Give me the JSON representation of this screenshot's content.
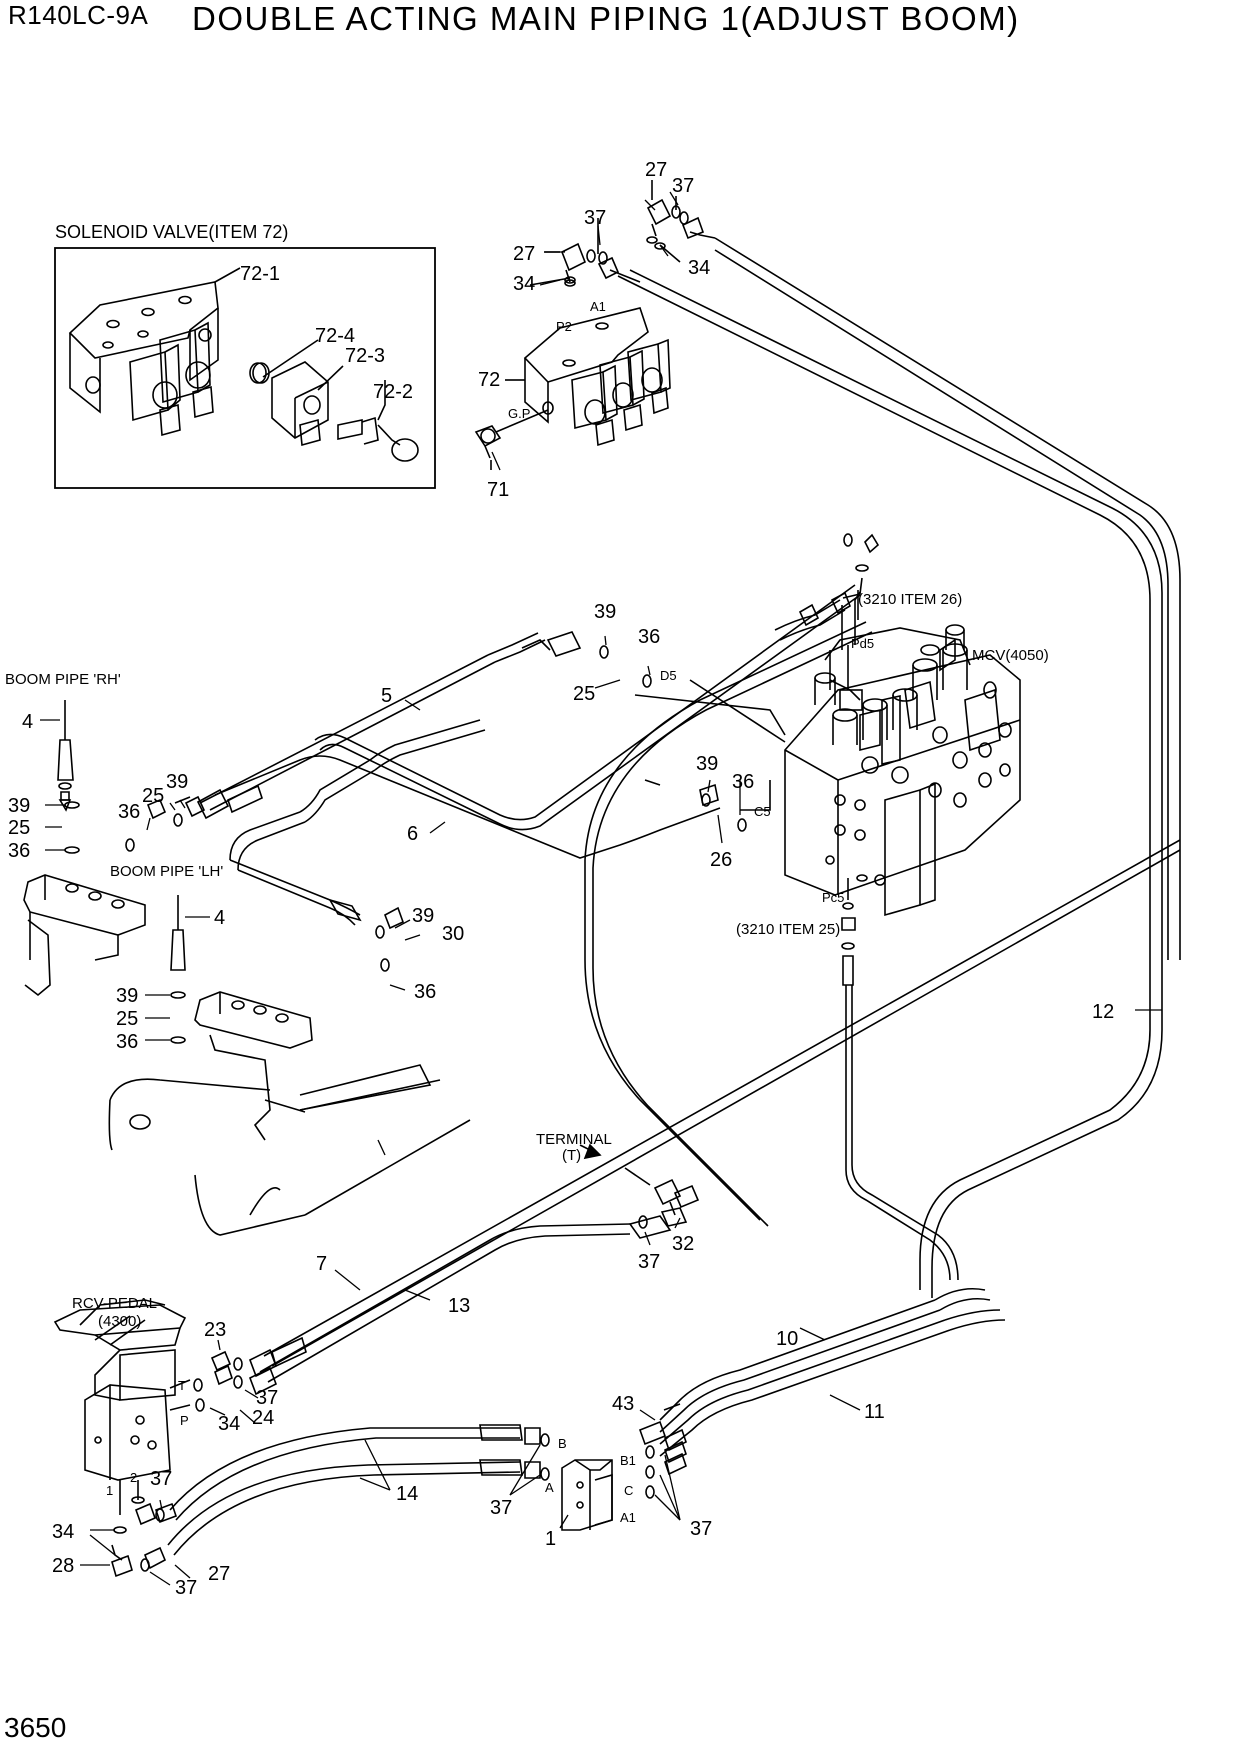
{
  "header": {
    "model": "R140LC-9A",
    "title": "DOUBLE ACTING MAIN PIPING 1(ADJUST BOOM)"
  },
  "page_number": "3650",
  "inset": {
    "title": "SOLENOID VALVE(ITEM 72)",
    "labels": [
      "72-1",
      "72-4",
      "72-3",
      "72-2"
    ]
  },
  "ports": [
    "A1",
    "P2",
    "G.P",
    "Pd5",
    "D5",
    "C5",
    "Pc5",
    "T",
    "P",
    "B",
    "A",
    "B1",
    "C",
    "A1",
    "1",
    "2"
  ],
  "notes": {
    "item26": "(3210 ITEM 26)",
    "item25": "(3210 ITEM 25)",
    "mcv": "MCV(4050)",
    "boom_rh": "BOOM PIPE 'RH'",
    "boom_lh": "BOOM PIPE 'LH'",
    "terminal": "TERMINAL",
    "terminal_t": "(T)",
    "rcv": "RCV-PEDAL",
    "rcv_no": "(4300)"
  },
  "callouts": {
    "c27a": "27",
    "c37a": "37",
    "c37b": "37",
    "c27b": "27",
    "c34a": "34",
    "c34b": "34",
    "c72": "72",
    "c71": "71",
    "c39a": "39",
    "c36a": "36",
    "c25a": "25",
    "c5": "5",
    "c6": "6",
    "c4a": "4",
    "c39b": "39",
    "c25b": "25",
    "c36b": "36",
    "c36c": "36",
    "c25c": "25",
    "c39c": "39",
    "c4b": "4",
    "c39d": "39",
    "c25d": "25",
    "c36d": "36",
    "c39e": "39",
    "c30": "30",
    "c36e": "36",
    "c39f": "39",
    "c36f": "36",
    "c26": "26",
    "c12": "12",
    "c37c": "37",
    "c32": "32",
    "c7": "7",
    "c13": "13",
    "c23": "23",
    "c37d": "37",
    "c34c": "34",
    "c24": "24",
    "c10": "10",
    "c11": "11",
    "c43": "43",
    "c14": "14",
    "c37e": "37",
    "c1": "1",
    "c37f": "37",
    "c37g": "37",
    "c34d": "34",
    "c28": "28",
    "c27c": "27",
    "c37h": "37"
  }
}
